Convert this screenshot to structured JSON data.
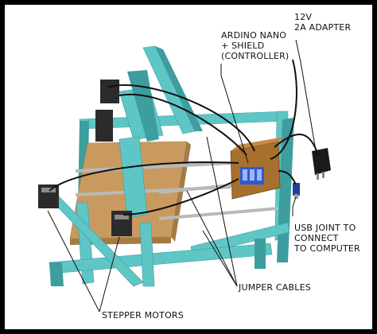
{
  "labels": {
    "adapter_line1": "12V",
    "adapter_line2": "2A ADAPTER",
    "controller_line1": "ARDINO NANO",
    "controller_line2": "+ SHIELD",
    "controller_line3": "(CONTROLLER)",
    "usb_line1": "USB JOINT TO",
    "usb_line2": "CONNECT",
    "usb_line3": "TO COMPUTER",
    "jumper": "JUMPER CABLES",
    "steppers": "STEPPER MOTORS"
  },
  "colors": {
    "frame": "#5fc6c6",
    "frame_dark": "#3e9d9e",
    "bed": "#c99a60",
    "bed_dark": "#a57a45",
    "box": "#a8702e",
    "motor": "#2b2b2b",
    "rod": "#b9b9b9",
    "cable": "#111111",
    "border": "#000000"
  }
}
